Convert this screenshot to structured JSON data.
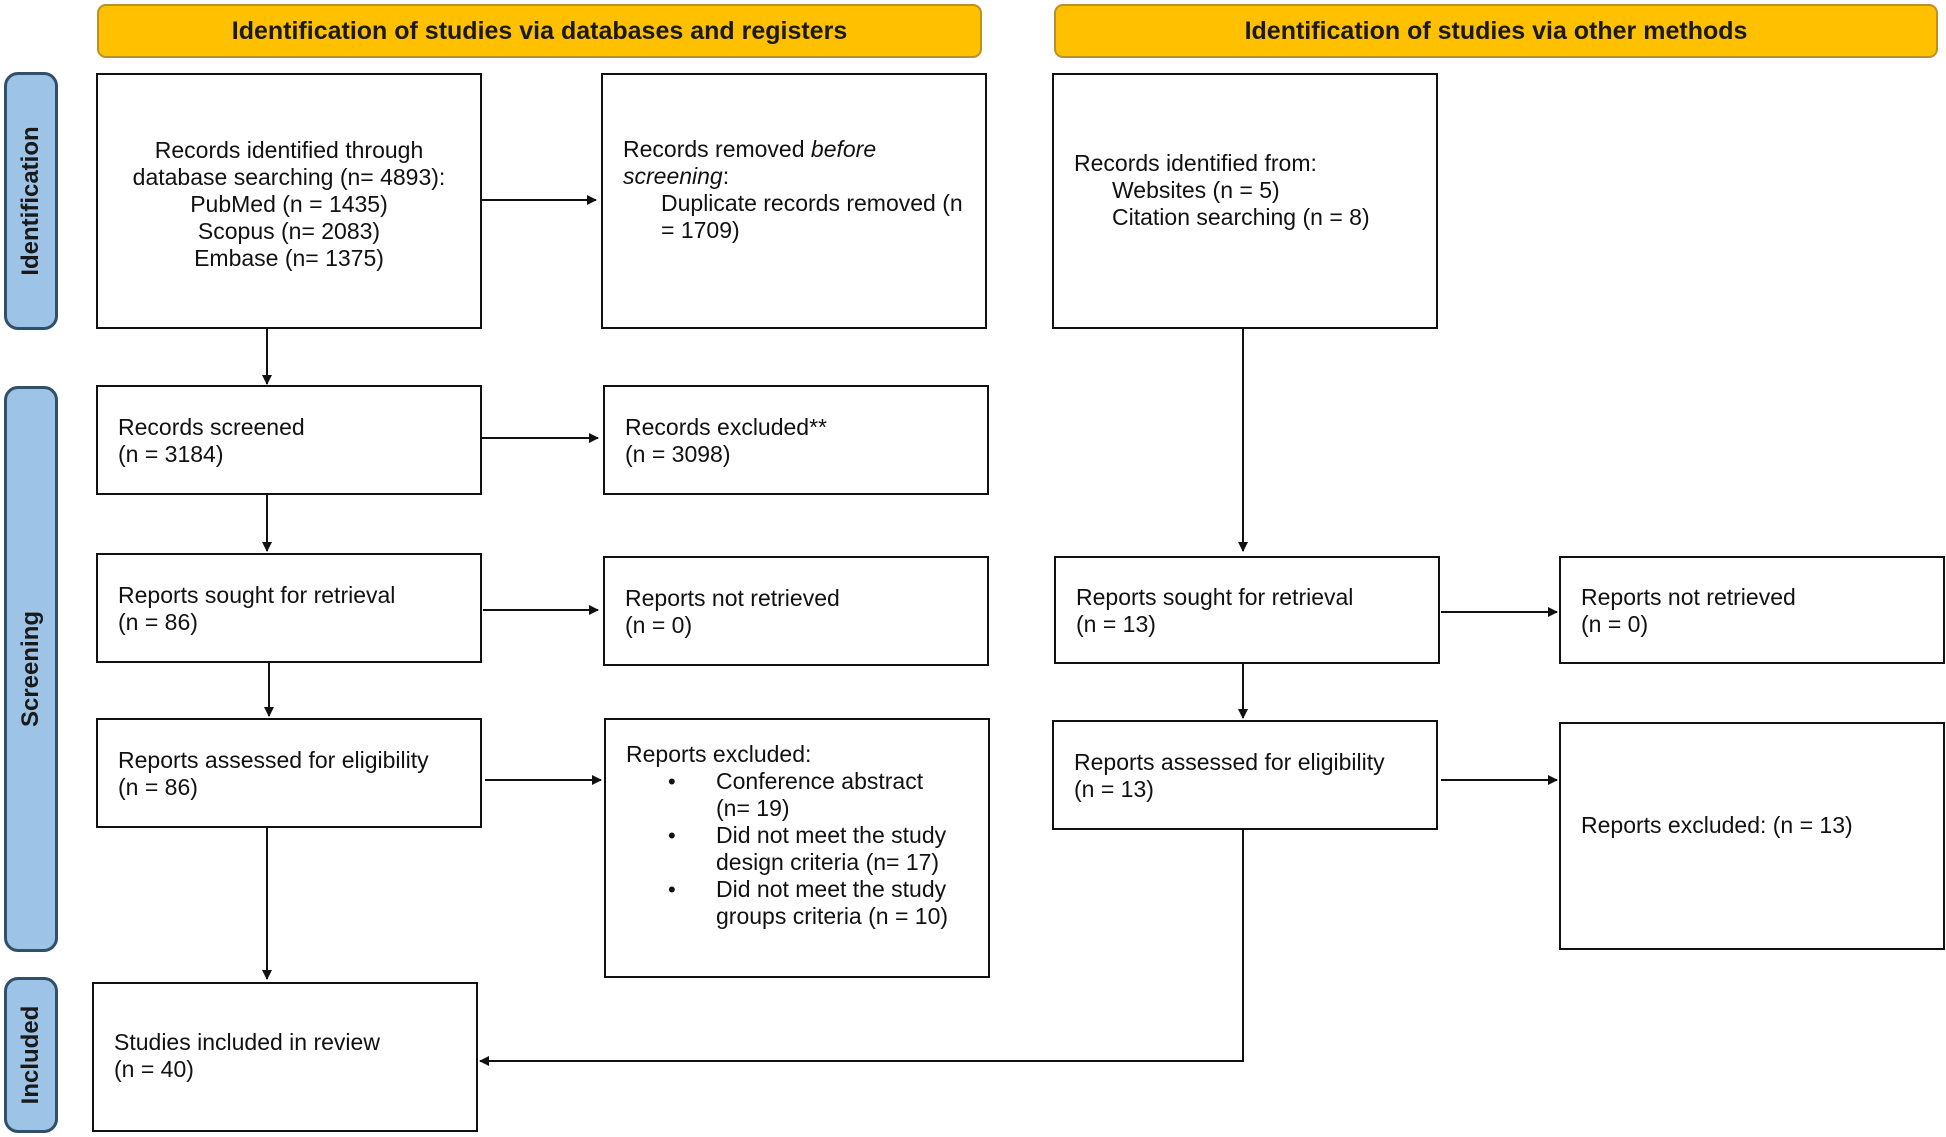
{
  "headers": {
    "left": "Identification of studies via databases and registers",
    "right": "Identification of studies via other methods"
  },
  "sidebars": {
    "identification": "Identification",
    "screening": "Screening",
    "included": "Included"
  },
  "databases": {
    "records_identified": {
      "line1": "Records identified through",
      "line2": "database searching (n= 4893):",
      "line3": "PubMed (n = 1435)",
      "line4": "Scopus (n= 2083)",
      "line5": "Embase (n= 1375)"
    },
    "records_removed": {
      "prefix": "Records removed ",
      "em1": "before",
      "em2": "screening",
      "colon": ":",
      "line3": "Duplicate records removed (n",
      "line4": "= 1709)"
    },
    "records_screened": {
      "label": "Records screened",
      "count": "(n = 3184)"
    },
    "records_excluded": {
      "label": "Records excluded**",
      "count": "(n = 3098)"
    },
    "reports_sought": {
      "label": "Reports sought for retrieval",
      "count": "(n = 86)"
    },
    "reports_not_retrieved": {
      "label": "Reports not retrieved",
      "count": "(n = 0)"
    },
    "reports_assessed": {
      "label": "Reports assessed for eligibility",
      "count": "(n = 86)"
    },
    "reports_excluded": {
      "label": "Reports excluded:",
      "items": [
        {
          "line1": "Conference abstract",
          "line2": "(n= 19)"
        },
        {
          "line1": "Did not meet the study",
          "line2": "design criteria (n= 17)"
        },
        {
          "line1": "Did not meet the study",
          "line2": "groups criteria (n = 10)"
        }
      ]
    },
    "included": {
      "label": "Studies included in review",
      "count": "(n = 40)"
    }
  },
  "other": {
    "records_identified": {
      "line1": "Records identified from:",
      "line2": "Websites (n = 5)",
      "line3": "Citation searching (n = 8)"
    },
    "reports_sought": {
      "label": "Reports sought for retrieval",
      "count": "(n = 13)"
    },
    "reports_not_retrieved": {
      "label": "Reports not retrieved",
      "count": "(n = 0)"
    },
    "reports_assessed": {
      "label": "Reports assessed for eligibility",
      "count": "(n = 13)"
    },
    "reports_excluded": {
      "label": "Reports excluded: (n = 13)"
    }
  },
  "colors": {
    "header": "#ffc000",
    "sidebar": "#9dc3e6"
  }
}
